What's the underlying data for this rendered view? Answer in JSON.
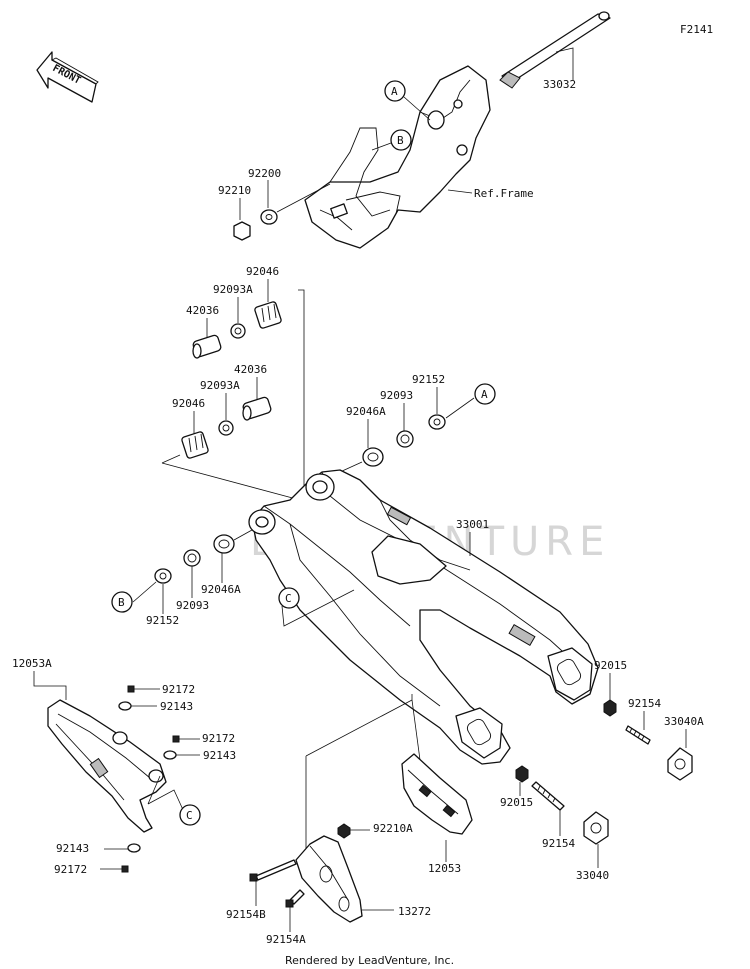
{
  "diagram_id": "F2141",
  "front_label": "FRONT",
  "reference_label": "Ref.Frame",
  "footer": "Rendered by LeadVenture, Inc.",
  "watermark": "LEADVENTURE",
  "callouts": [
    "A",
    "B",
    "C"
  ],
  "parts": {
    "p33032": "33032",
    "p92200": "92200",
    "p92210": "92210",
    "p92046_top": "92046",
    "p92093A_top": "92093A",
    "p42036_top": "42036",
    "p42036_mid": "42036",
    "p92093A_mid": "92093A",
    "p92046_mid": "92046",
    "p92152_top": "92152",
    "p92093_top": "92093",
    "p92046A_top": "92046A",
    "p33001": "33001",
    "p92046A_bot": "92046A",
    "p92093_bot": "92093",
    "p92152_bot": "92152",
    "p12053A": "12053A",
    "p92172_a": "92172",
    "p92143_a": "92143",
    "p92172_b": "92172",
    "p92143_b": "92143",
    "p92143_c": "92143",
    "p92172_c": "92172",
    "p92015_r": "92015",
    "p92154_r": "92154",
    "p33040A": "33040A",
    "p92015_b": "92015",
    "p92154_b": "92154",
    "p33040": "33040",
    "p12053": "12053",
    "p92210A": "92210A",
    "p92154B": "92154B",
    "p13272": "13272",
    "p92154A": "92154A"
  }
}
